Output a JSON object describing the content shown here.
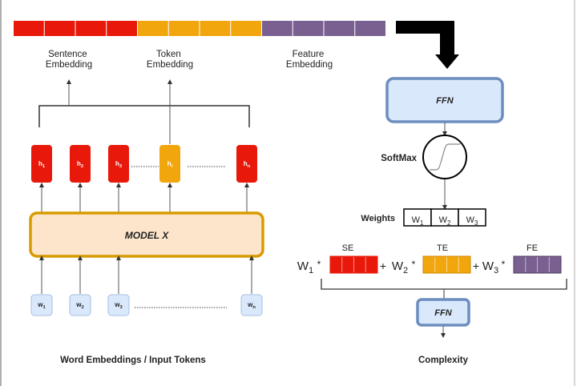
{
  "colors": {
    "red": "#e8190a",
    "orange": "#f2a60d",
    "purple": "#7a6090",
    "ffn_fill": "#dae8fc",
    "ffn_stroke": "#6c8ebf",
    "model_fill": "#fde5cc",
    "model_stroke": "#d79b00",
    "token_fill": "#dae8fc",
    "token_stroke": "#a6bfdf",
    "line": "#333333"
  },
  "top_bar": {
    "segments": [
      {
        "name": "sentence",
        "color_key": "red",
        "cells": 4
      },
      {
        "name": "token",
        "color_key": "orange",
        "cells": 4
      },
      {
        "name": "feature",
        "color_key": "purple",
        "cells": 4
      }
    ]
  },
  "embedding_labels": {
    "sentence": [
      "Sentence",
      "Embedding"
    ],
    "token": [
      "Token",
      "Embedding"
    ],
    "feature": [
      "Feature",
      "Embedding"
    ]
  },
  "hidden_states": [
    {
      "label": "h1",
      "sub": "1",
      "color_key": "red"
    },
    {
      "label": "h2",
      "sub": "2",
      "color_key": "red"
    },
    {
      "label": "h3",
      "sub": "3",
      "color_key": "red"
    },
    {
      "label": "hi",
      "sub": "i",
      "color_key": "orange"
    },
    {
      "label": "hn",
      "sub": "n",
      "color_key": "red"
    }
  ],
  "model": {
    "label": "MODEL X"
  },
  "input_tokens": [
    {
      "base": "w",
      "sub": "1"
    },
    {
      "base": "w",
      "sub": "2"
    },
    {
      "base": "w",
      "sub": "3"
    },
    {
      "base": "w",
      "sub": "n"
    }
  ],
  "left_caption": "Word Embeddings / Input Tokens",
  "right": {
    "ffn_top_label": "FFN",
    "softmax_label": "SoftMax",
    "weights_label": "Weights",
    "weights": [
      {
        "base": "W",
        "sub": "1"
      },
      {
        "base": "W",
        "sub": "2"
      },
      {
        "base": "W",
        "sub": "3"
      }
    ],
    "combination": {
      "terms": [
        {
          "weight": "W",
          "sub": "1",
          "op_prefix": "",
          "tag": "SE",
          "color_key": "red"
        },
        {
          "weight": "W",
          "sub": "2",
          "op_prefix": "+",
          "tag": "TE",
          "color_key": "orange"
        },
        {
          "weight": "W",
          "sub": "3",
          "op_prefix": "+",
          "tag": "FE",
          "color_key": "purple"
        }
      ],
      "multiply": "*"
    },
    "ffn_bottom_label": "FFN",
    "caption": "Complexity"
  }
}
